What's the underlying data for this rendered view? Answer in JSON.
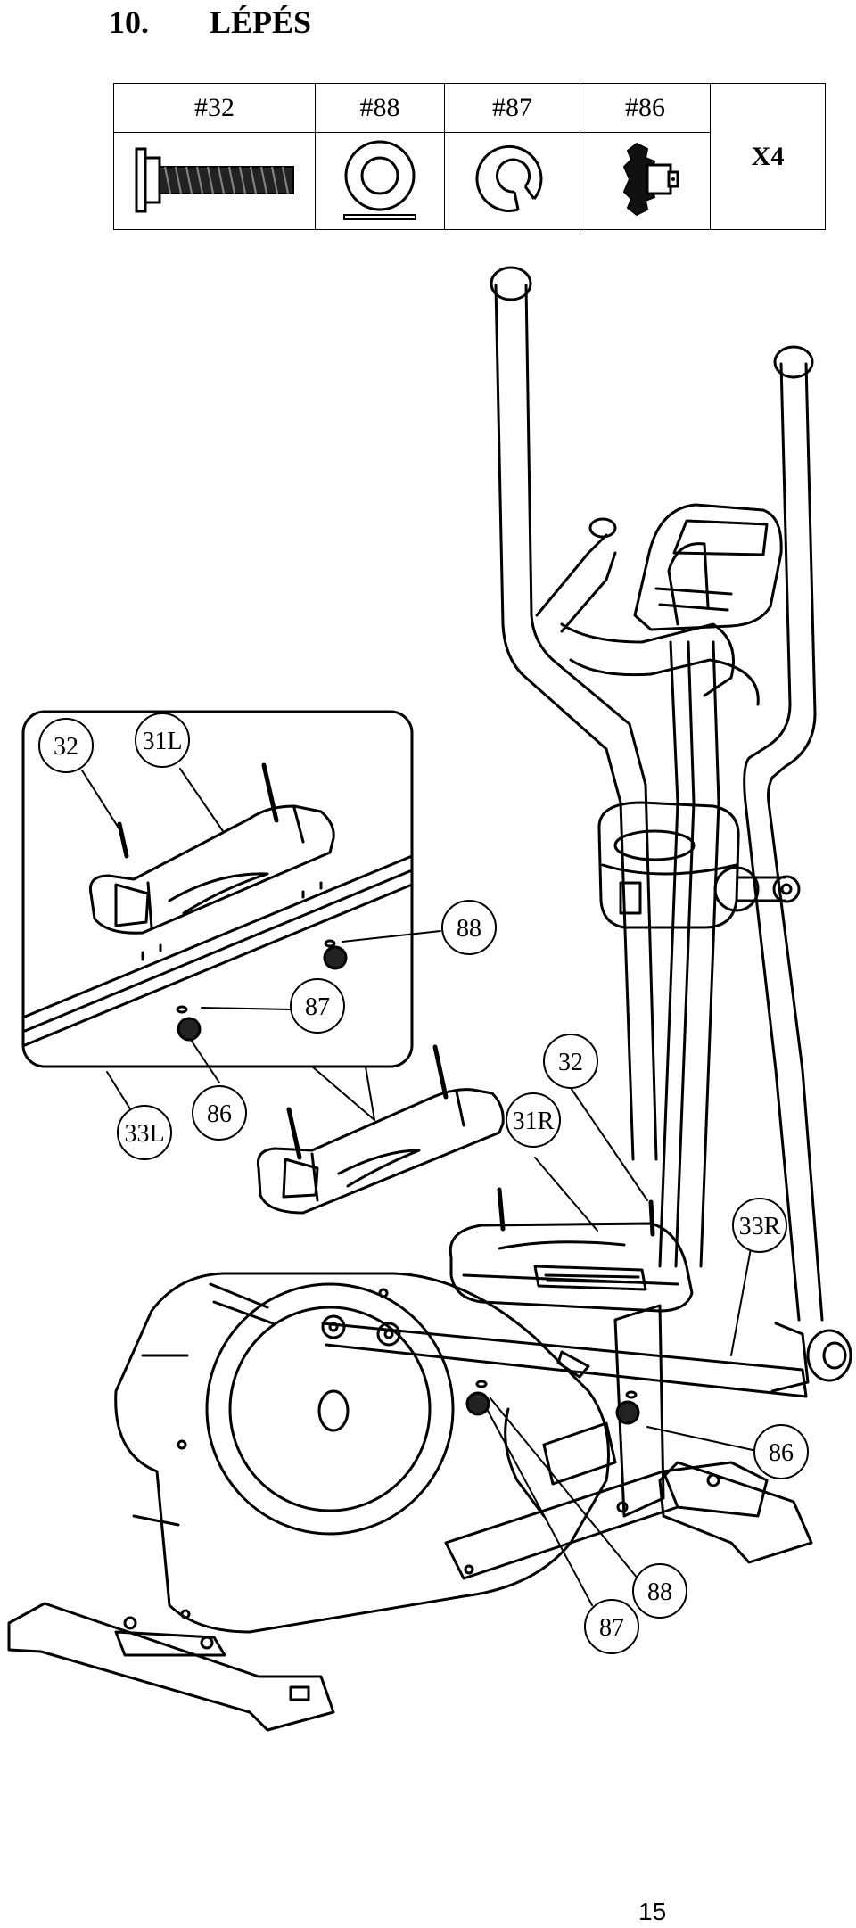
{
  "step": {
    "number": "10.",
    "title": "LÉPÉS"
  },
  "parts_table": {
    "columns": [
      {
        "label": "#32",
        "icon": "bolt-icon"
      },
      {
        "label": "#88",
        "icon": "flat-washer-icon"
      },
      {
        "label": "#87",
        "icon": "spring-washer-icon"
      },
      {
        "label": "#86",
        "icon": "knob-nut-icon"
      }
    ],
    "quantity": "X4"
  },
  "inset_callouts": {
    "bolt": "32",
    "left_pedal": "31L",
    "flat_washer": "88",
    "spring_washer": "87",
    "nut": "86",
    "left_pedal_arm": "33L"
  },
  "main_callouts": {
    "bolt": "32",
    "right_pedal": "31R",
    "right_pedal_arm": "33R",
    "nut": "86",
    "flat_washer": "88",
    "spring_washer": "87"
  },
  "page_number": "15"
}
